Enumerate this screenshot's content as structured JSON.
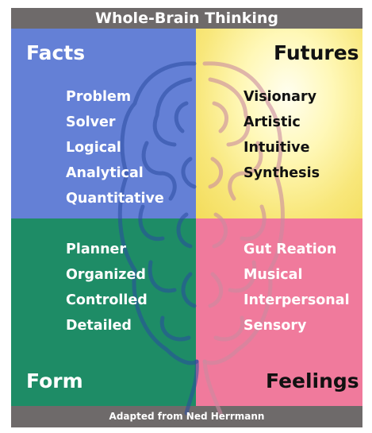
{
  "title": "Whole-Brain Thinking",
  "quadrants": {
    "top_left": {
      "heading": "Facts",
      "items": [
        "Problem",
        "Solver",
        "Logical",
        "Analytical",
        "Quantitative"
      ]
    },
    "top_right": {
      "heading": "Futures",
      "items": [
        "Visionary",
        "Artistic",
        "Intuitive",
        "Synthesis"
      ]
    },
    "bottom_left": {
      "heading": "Form",
      "items": [
        "Planner",
        "Organized",
        "Controlled",
        "Detailed"
      ]
    },
    "bottom_right": {
      "heading": "Feelings",
      "items": [
        "Gut Reation",
        "Musical",
        "Interpersonal",
        "Sensory"
      ]
    }
  },
  "footer": "Adapted from Ned Herrmann",
  "colors": {
    "frame": "#6e6a6a",
    "facts": "#6480d6",
    "futures": "#f8e77a",
    "form": "#1e8c66",
    "feelings": "#f07a9c"
  }
}
